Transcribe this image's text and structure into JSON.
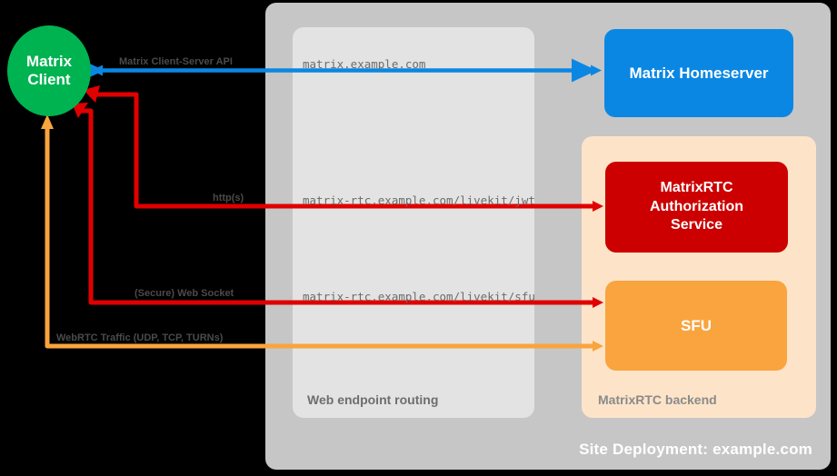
{
  "site": {
    "label": "Site Deployment: example.com",
    "bg_color": "#c6c6c6"
  },
  "routing": {
    "label": "Web endpoint routing",
    "bg_color": "#e3e3e3"
  },
  "backend": {
    "label": "MatrixRTC backend",
    "bg_color": "#fde4c8"
  },
  "nodes": {
    "client": {
      "line1": "Matrix",
      "line2": "Client",
      "color": "#00b351"
    },
    "homeserver": {
      "label": "Matrix Homeserver",
      "color": "#0a87e3"
    },
    "auth_service": {
      "line1": "MatrixRTC",
      "line2": "Authorization",
      "line3": "Service",
      "color": "#cc0000"
    },
    "sfu": {
      "label": "SFU",
      "color": "#f9a43e"
    }
  },
  "endpoints": {
    "matrix": "matrix.example.com",
    "jwt": "matrix-rtc.example.com/livekit/jwt",
    "sfu": "matrix-rtc.example.com/livekit/sfu"
  },
  "connections": [
    {
      "id": "client-server-api",
      "label": "Matrix Client-Server API",
      "color": "#0a87e3",
      "direction": "bidirectional"
    },
    {
      "id": "https",
      "label": "http(s)",
      "color": "#e00000",
      "direction": "bidirectional"
    },
    {
      "id": "websocket",
      "label": "(Secure) Web Socket",
      "color": "#e00000",
      "direction": "bidirectional"
    },
    {
      "id": "webrtc",
      "label": "WebRTC Traffic (UDP, TCP, TURNs)",
      "color": "#f9a43e",
      "direction": "bidirectional"
    }
  ]
}
